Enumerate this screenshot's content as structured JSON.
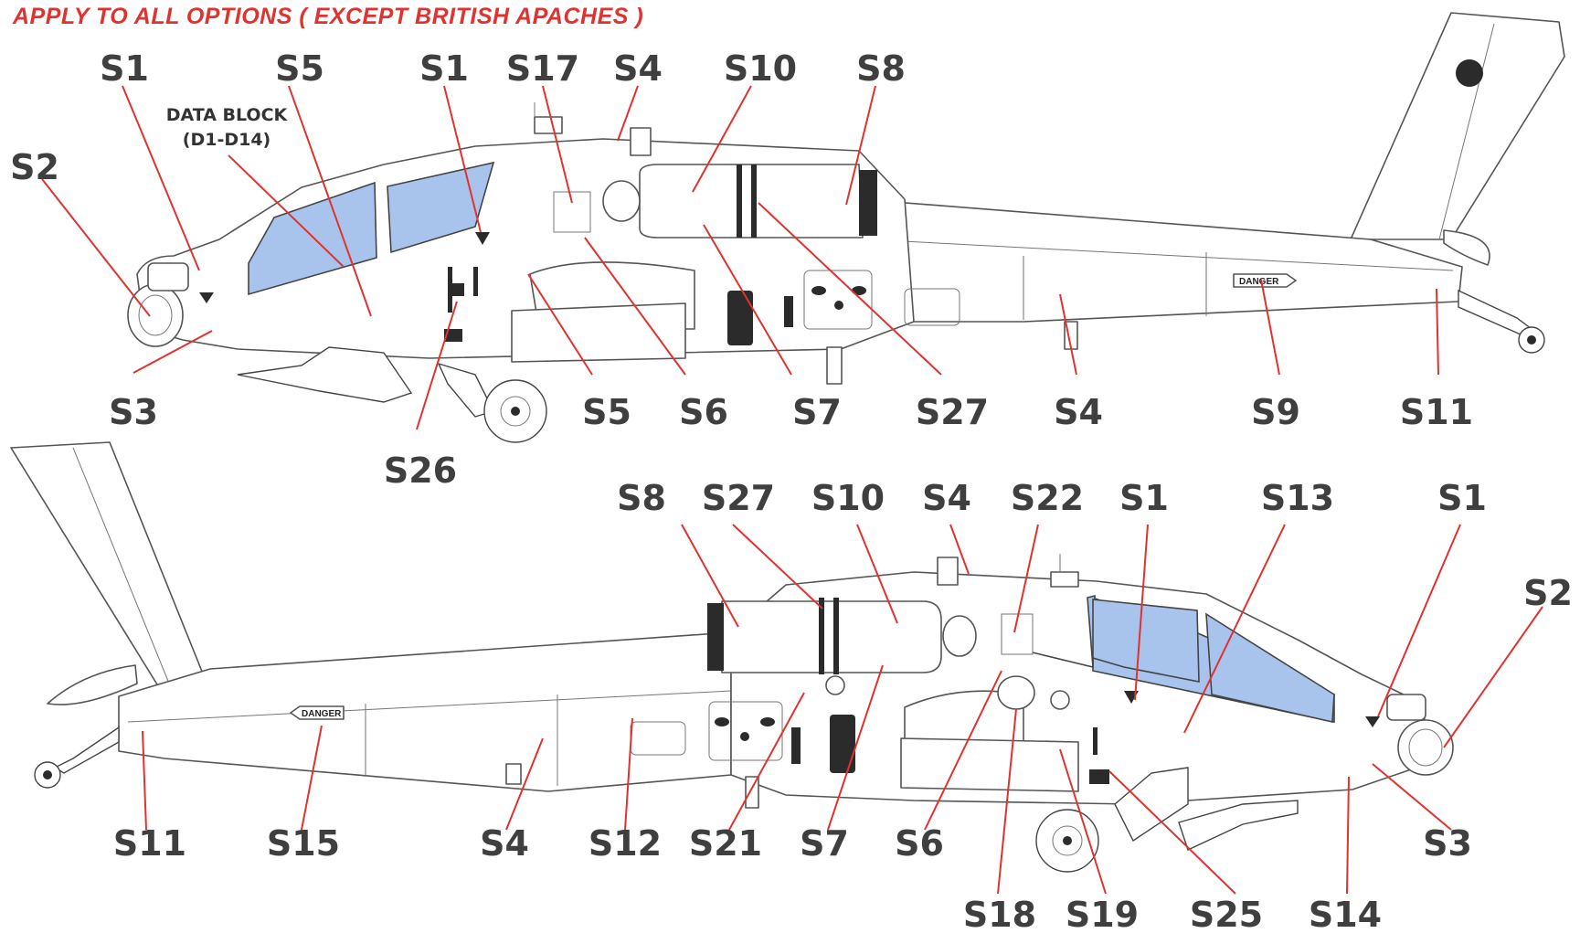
{
  "title": "APPLY TO ALL OPTIONS ( EXCEPT BRITISH APACHES )",
  "colors": {
    "title": "#e0322f",
    "leader": "#e0322f",
    "label": "#3f3f3f",
    "canopy": "#a9c4ec"
  },
  "data_block": {
    "line1": "DATA BLOCK",
    "line2": "(D1-D14)"
  },
  "danger_text": "DANGER",
  "top_view": {
    "labels": [
      "S1",
      "S5",
      "S1",
      "S17",
      "S4",
      "S10",
      "S8",
      "S2",
      "S3",
      "S26",
      "S5",
      "S6",
      "S7",
      "S27",
      "S4",
      "S9",
      "S11"
    ]
  },
  "bottom_view": {
    "labels": [
      "S8",
      "S27",
      "S10",
      "S4",
      "S22",
      "S1",
      "S13",
      "S1",
      "S2",
      "S11",
      "S15",
      "S4",
      "S12",
      "S21",
      "S7",
      "S6",
      "S3",
      "S18",
      "S19",
      "S25",
      "S14"
    ]
  }
}
